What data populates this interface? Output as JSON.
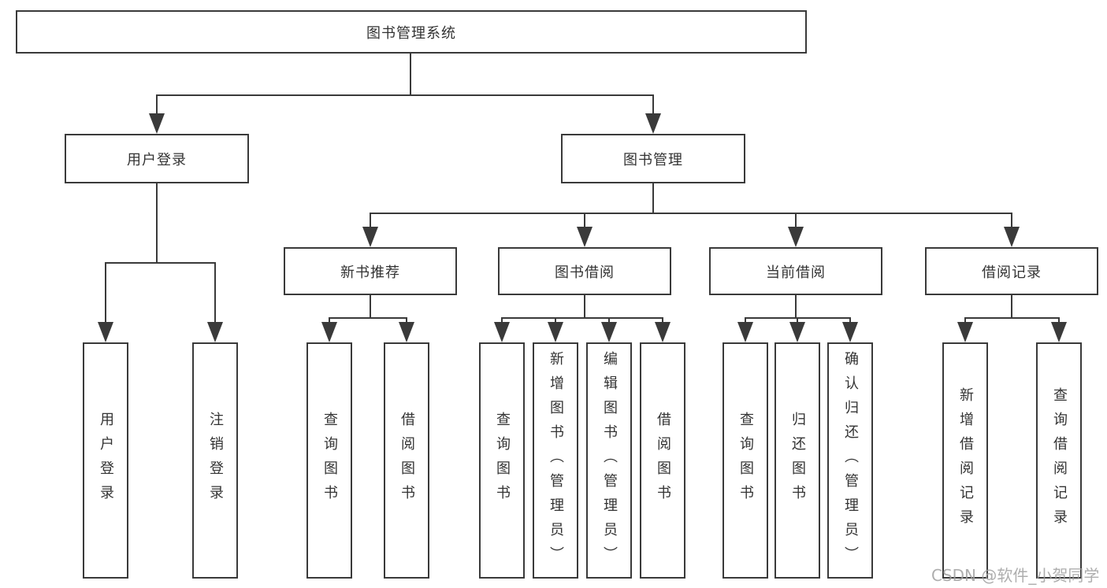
{
  "diagram": {
    "root": "图书管理系统",
    "user_branch": {
      "label": "用户登录",
      "leaves": [
        "用户登录",
        "注销登录"
      ]
    },
    "book_branch": {
      "label": "图书管理",
      "groups": [
        {
          "label": "新书推荐",
          "leaves": [
            "查询图书",
            "借阅图书"
          ]
        },
        {
          "label": "图书借阅",
          "leaves": [
            "查询图书",
            "新增图书（管理员）",
            "编辑图书（管理员）",
            "借阅图书"
          ]
        },
        {
          "label": "当前借阅",
          "leaves": [
            "查询图书",
            "归还图书",
            "确认归还（管理员）"
          ]
        },
        {
          "label": "借阅记录",
          "leaves": [
            "新增借阅记录",
            "查询借阅记录"
          ]
        }
      ]
    },
    "watermark": "CSDN @软件_小贺同学",
    "colors": {
      "line": "#3a3a3a",
      "box_border": "#3a3a3a",
      "text": "#333333",
      "watermark": "#a8a8a8",
      "background": "#ffffff"
    }
  }
}
